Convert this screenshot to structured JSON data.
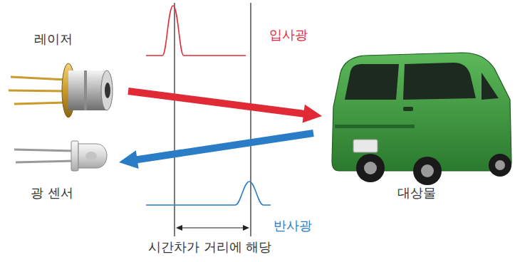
{
  "diagram": {
    "nodes": [
      {
        "text": [
          "레이저"
        ]
      },
      {
        "text": [
          "광 센서"
        ]
      },
      {
        "text": [
          "대상물"
        ]
      }
    ],
    "edges": [
      {
        "from": 0,
        "to": 2,
        "arrow": "to"
      },
      {
        "from": 2,
        "to": 1,
        "arrow": "to"
      }
    ],
    "labels": [
      "입사광",
      "반사광",
      "시간차가 거리에 해당"
    ]
  }
}
